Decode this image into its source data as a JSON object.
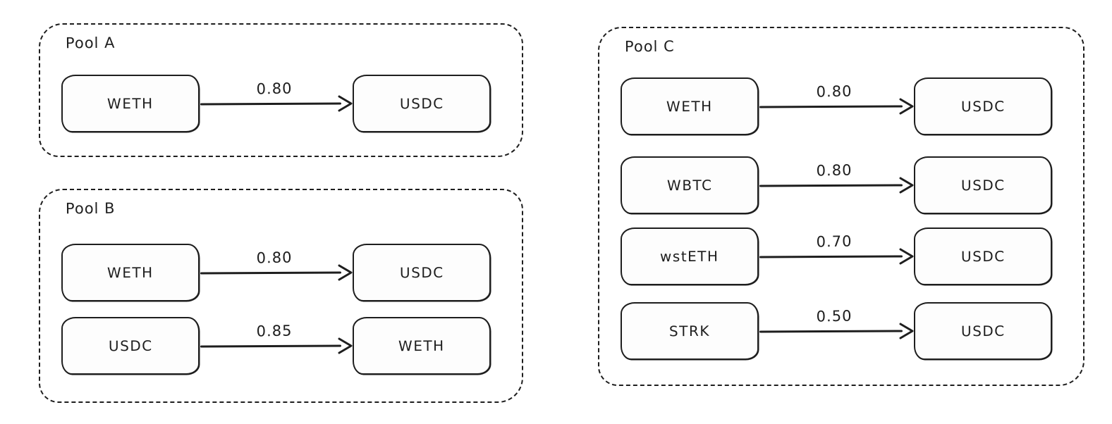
{
  "diagram": {
    "kind": "liquidity-pool-swap-graph",
    "background_color": "#ffffff",
    "stroke_color": "#1e1e1e",
    "node_fill_color": "#fdfdfd"
  },
  "pools": [
    {
      "label": "Pool A",
      "edges": [
        {
          "from": "WETH",
          "weight": "0.80",
          "to": "USDC"
        }
      ]
    },
    {
      "label": "Pool B",
      "edges": [
        {
          "from": "WETH",
          "weight": "0.80",
          "to": "USDC"
        },
        {
          "from": "USDC",
          "weight": "0.85",
          "to": "WETH"
        }
      ]
    },
    {
      "label": "Pool C",
      "edges": [
        {
          "from": "WETH",
          "weight": "0.80",
          "to": "USDC"
        },
        {
          "from": "WBTC",
          "weight": "0.80",
          "to": "USDC"
        },
        {
          "from": "wstETH",
          "weight": "0.70",
          "to": "USDC"
        },
        {
          "from": "STRK",
          "weight": "0.50",
          "to": "USDC"
        }
      ]
    }
  ]
}
